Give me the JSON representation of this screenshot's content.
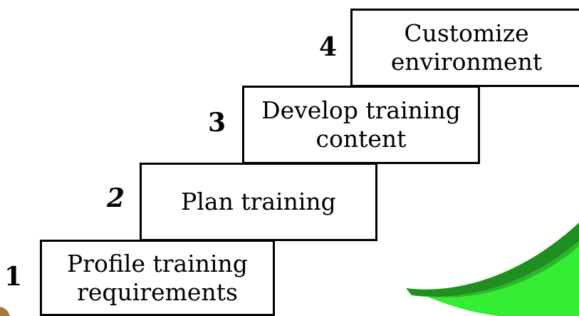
{
  "colors": {
    "border": "#000000",
    "box_fill": "#ffffff",
    "swoosh_dark": "#1f8f1f",
    "swoosh_light": "#33ee33",
    "corner_accent": "#a67c3d"
  },
  "decorations": {
    "swoosh": "green-swoosh",
    "corner": "brown-corner-circle"
  },
  "steps": [
    {
      "number": "1",
      "label": "Profile training\nrequirements"
    },
    {
      "number": "2",
      "label": "Plan training"
    },
    {
      "number": "3",
      "label": "Develop training\ncontent"
    },
    {
      "number": "4",
      "label": "Customize\nenvironment"
    }
  ]
}
